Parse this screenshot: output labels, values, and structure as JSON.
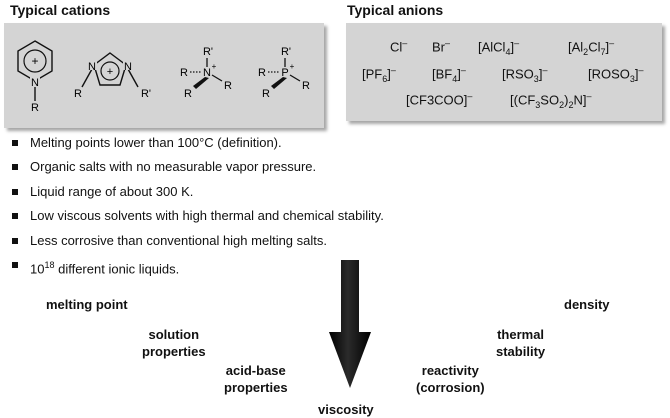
{
  "headings": {
    "cations": "Typical cations",
    "anions": "Typical anions"
  },
  "cations": {
    "pyridinium": {
      "charge": "+",
      "n": "N",
      "r": "R"
    },
    "imidazolium": {
      "charge": "+",
      "n1": "N",
      "n2": "N",
      "r_left": "R",
      "r_right": "R'"
    },
    "ammonium": {
      "center": "N",
      "charge": "+",
      "r_top": "R'",
      "r_left": "R",
      "r_right": "R",
      "r_bottom": "R"
    },
    "phosphonium": {
      "center": "P",
      "charge": "+",
      "r_top": "R'",
      "r_left": "R",
      "r_right": "R",
      "r_bottom": "R"
    }
  },
  "anions": {
    "cl": {
      "main": "Cl",
      "sup": "–"
    },
    "br": {
      "main": "Br",
      "sup": "–"
    },
    "alcl4": {
      "a": "[AlCl",
      "sub": "4",
      "b": "]",
      "sup": "–"
    },
    "al2cl7": {
      "a": "[Al",
      "sub1": "2",
      "b": "Cl",
      "sub2": "7",
      "c": "]",
      "sup": "–"
    },
    "pf6": {
      "a": "[PF",
      "sub": "6",
      "b": "]",
      "sup": "–"
    },
    "bf4": {
      "a": "[BF",
      "sub": "4",
      "b": "]",
      "sup": "–"
    },
    "rso3": {
      "main": "[RSO",
      "sub": "3",
      "b": "]",
      "sup": "–"
    },
    "roso3": {
      "main": "[ROSO",
      "sub": "3",
      "b": "]",
      "sup": "–"
    },
    "cf3coo": {
      "main": "[CF3COO]",
      "sup": "–"
    },
    "ntf2": {
      "a": "[(CF",
      "sub1": "3",
      "b": "SO",
      "sub2": "2",
      "c": ")",
      "sub3": "2",
      "d": "N]",
      "sup": "–"
    }
  },
  "bullets": [
    {
      "text": "Melting points lower than 100°C (definition)."
    },
    {
      "text": "Organic salts with no measurable vapor pressure."
    },
    {
      "text": "Liquid range of about 300 K."
    },
    {
      "text": "Low viscous solvents with high thermal and chemical stability."
    },
    {
      "text": "Less corrosive than conventional high melting salts."
    },
    {
      "pre": "10",
      "sup": "18",
      "post": " different ionic liquids."
    }
  ],
  "properties": {
    "melting_point": "melting point",
    "solution_l1": "solution",
    "solution_l2": "properties",
    "acid_l1": "acid-base",
    "acid_l2": "properties",
    "viscosity": "viscosity",
    "reactivity_l1": "reactivity",
    "reactivity_l2": "(corrosion)",
    "thermal_l1": "thermal",
    "thermal_l2": "stability",
    "density": "density"
  }
}
